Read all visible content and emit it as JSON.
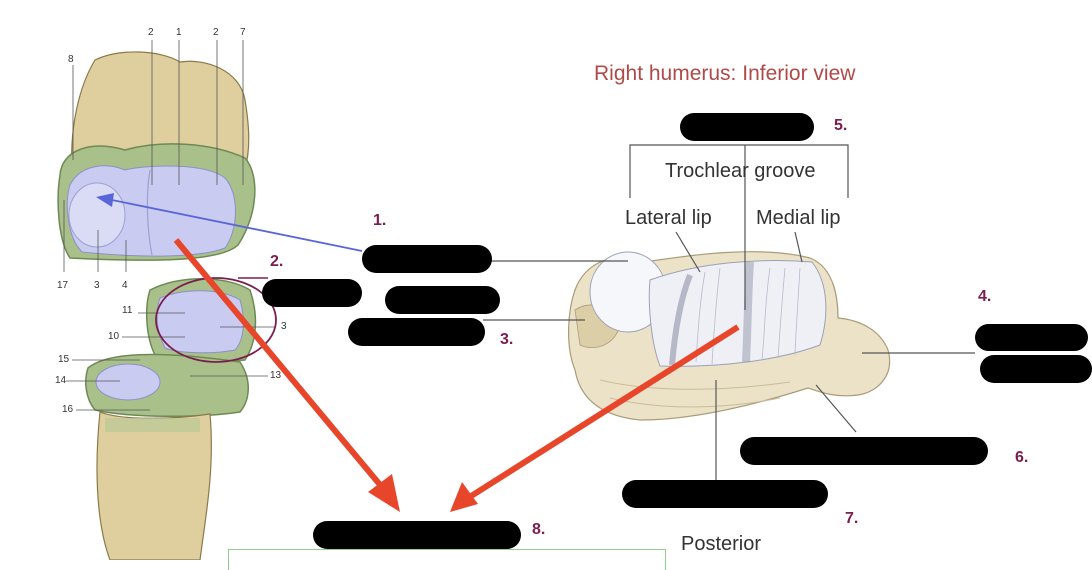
{
  "title": "Right humerus: Inferior view",
  "labels": {
    "trochlear_groove": "Trochlear groove",
    "lateral_lip": "Lateral lip",
    "medial_lip": "Medial lip",
    "posterior": "Posterior"
  },
  "answer_numbers": [
    "1.",
    "2.",
    "3.",
    "4.",
    "5.",
    "6.",
    "7.",
    "8."
  ],
  "atlas_numbers": {
    "top_row": [
      "2",
      "1",
      "2",
      "7"
    ],
    "left_top": "8",
    "bottom_row": [
      "17",
      "3",
      "4"
    ],
    "ulna": [
      "11",
      "10",
      "3",
      "15",
      "14",
      "16",
      "13"
    ]
  },
  "colors": {
    "title": "#b04a48",
    "number": "#7b1e4f",
    "bone": "#e3d3a6",
    "cartilage": "#c9ccf0",
    "arrow_red": "#e8462b",
    "arrow_blue": "#5a66d8",
    "circle": "#7b1e4f"
  }
}
